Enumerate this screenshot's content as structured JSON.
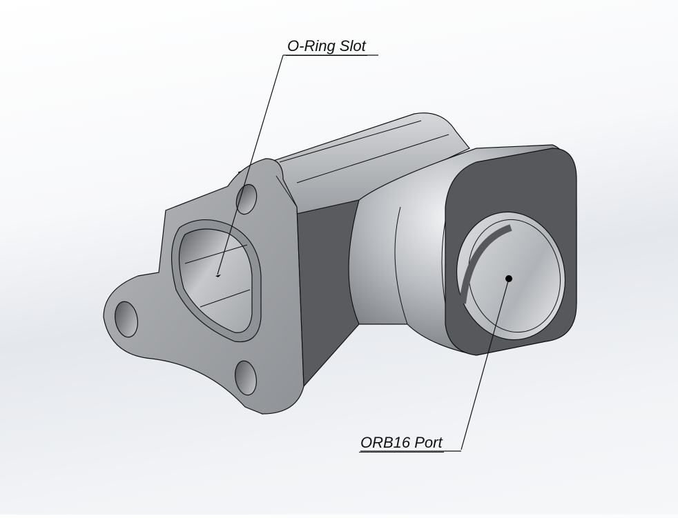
{
  "view": {
    "background_top": "#ffffff",
    "background_band": "#e4e7ec",
    "part_color": "#a8abaf",
    "part_dark_color": "#56585b",
    "edge_color": "#111111"
  },
  "callouts": [
    {
      "id": "oring",
      "label": "O-Ring Slot",
      "leader_from": [
        410,
        80
      ],
      "leader_to": [
        315,
        398
      ]
    },
    {
      "id": "orb16",
      "label": "ORB16 Port",
      "leader_from": [
        668,
        652
      ],
      "leader_to": [
        737,
        404
      ]
    }
  ]
}
